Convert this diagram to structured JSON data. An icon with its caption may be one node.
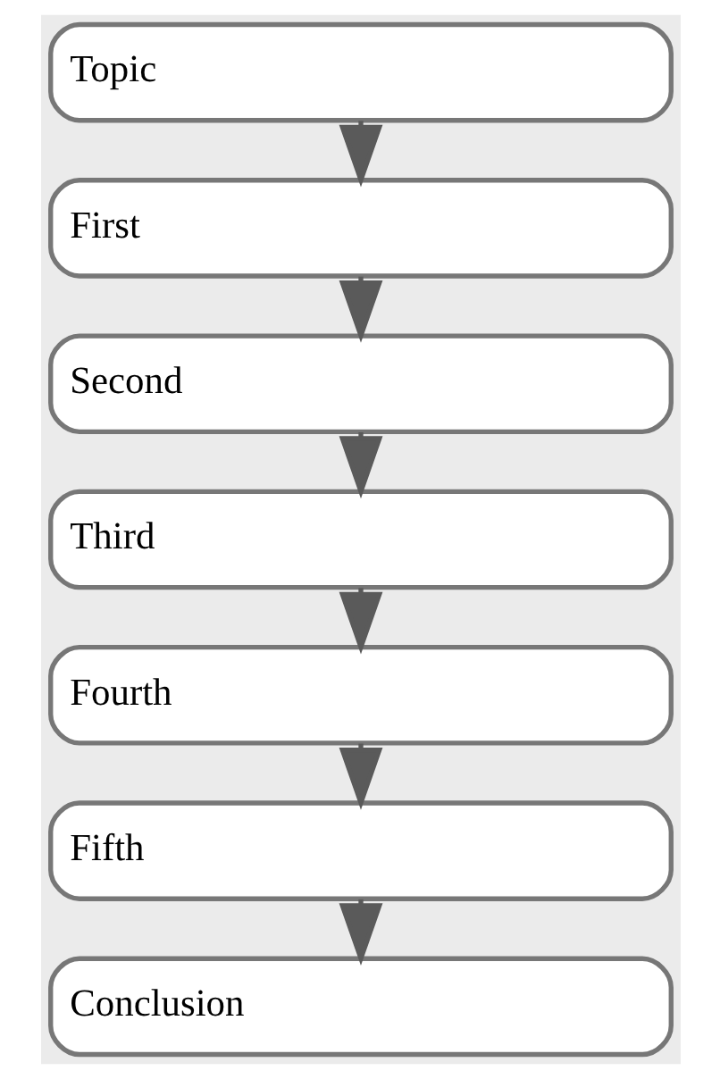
{
  "diagram": {
    "nodes": [
      {
        "text": [
          "Topic"
        ]
      },
      {
        "text": [
          "First"
        ]
      },
      {
        "text": [
          "Second"
        ]
      },
      {
        "text": [
          "Third"
        ]
      },
      {
        "text": [
          "Fourth"
        ]
      },
      {
        "text": [
          "Fifth"
        ]
      },
      {
        "text": [
          "Conclusion"
        ]
      }
    ],
    "edges": [
      {
        "from": 0,
        "to": 1,
        "arrow": "to"
      },
      {
        "from": 1,
        "to": 2,
        "arrow": "to"
      },
      {
        "from": 2,
        "to": 3,
        "arrow": "to"
      },
      {
        "from": 3,
        "to": 4,
        "arrow": "to"
      },
      {
        "from": 4,
        "to": 5,
        "arrow": "to"
      },
      {
        "from": 5,
        "to": 6,
        "arrow": "to"
      }
    ]
  }
}
